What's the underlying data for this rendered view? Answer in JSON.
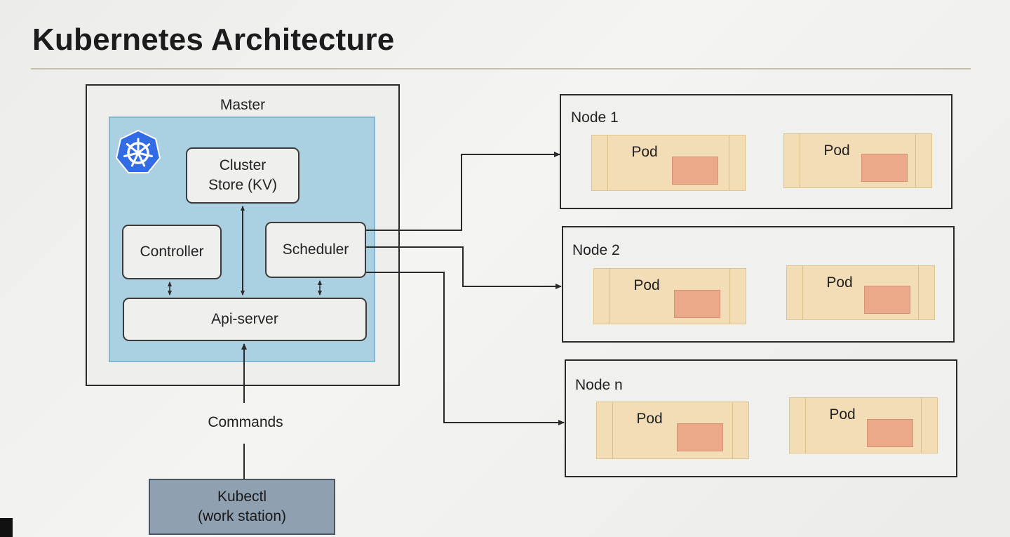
{
  "page": {
    "title": "Kubernetes Architecture"
  },
  "master": {
    "label": "Master",
    "logo_icon": "kubernetes-helm-icon",
    "components": {
      "cluster_store": "Cluster\nStore (KV)",
      "controller": "Controller",
      "scheduler": "Scheduler",
      "api_server": "Api-server"
    }
  },
  "nodes": [
    {
      "label": "Node 1",
      "pods": [
        "Pod",
        "Pod"
      ]
    },
    {
      "label": "Node 2",
      "pods": [
        "Pod",
        "Pod"
      ]
    },
    {
      "label": "Node n",
      "pods": [
        "Pod",
        "Pod"
      ]
    }
  ],
  "commands_label": "Commands",
  "kubectl": {
    "label": "Kubectl\n(work station)"
  },
  "colors": {
    "master_inner": "#aad0e2",
    "pod_fill": "#f2ddb6",
    "container_fill": "#eca98a",
    "kubectl_fill": "#8fa0b0",
    "k8s_logo": "#326ce5"
  }
}
